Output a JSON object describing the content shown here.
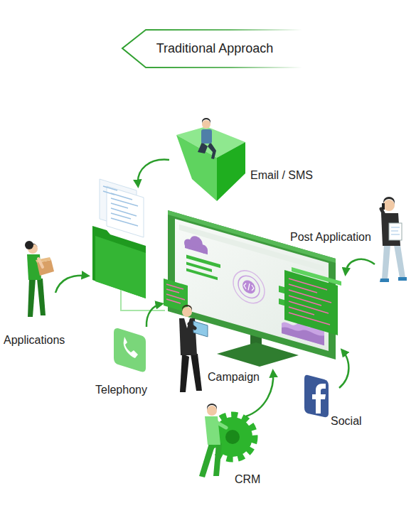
{
  "diagram": {
    "title": "Traditional Approach",
    "labels": [
      "Email / SMS",
      "Post Application",
      "Applications",
      "Telephony",
      "Campaign",
      "Social",
      "CRM"
    ]
  }
}
